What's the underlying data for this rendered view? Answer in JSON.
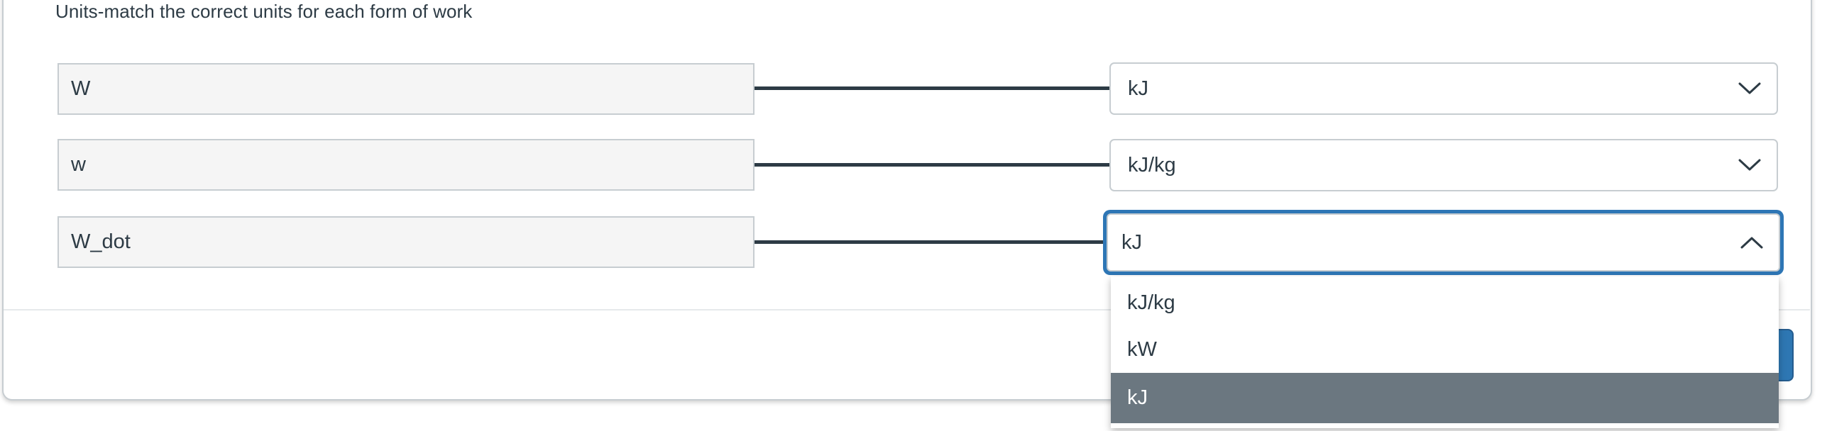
{
  "question": {
    "title": "Units-match the correct units for each form of work",
    "pairs": [
      {
        "prompt": "W",
        "selected_unit": "kJ",
        "menu_open": false
      },
      {
        "prompt": "w",
        "selected_unit": "kJ/kg",
        "menu_open": false
      },
      {
        "prompt": "W_dot",
        "selected_unit": "kJ",
        "menu_open": true
      }
    ]
  },
  "open_menu": {
    "belongs_to_prompt": "W_dot",
    "options": [
      {
        "label": "kJ/kg",
        "highlighted": false
      },
      {
        "label": "kW",
        "highlighted": false
      },
      {
        "label": "kJ",
        "highlighted": true
      }
    ]
  },
  "icons": {
    "closed_select": "chevron-down-icon",
    "open_select": "chevron-up-icon"
  },
  "colors": {
    "text_dark": "#2d3b45",
    "box_background": "#f5f5f5",
    "border_gray": "#c7cdd1",
    "focus_blue": "#2e76b5",
    "button_blue": "#2e77b3",
    "highlight_gray": "#6b7780"
  }
}
